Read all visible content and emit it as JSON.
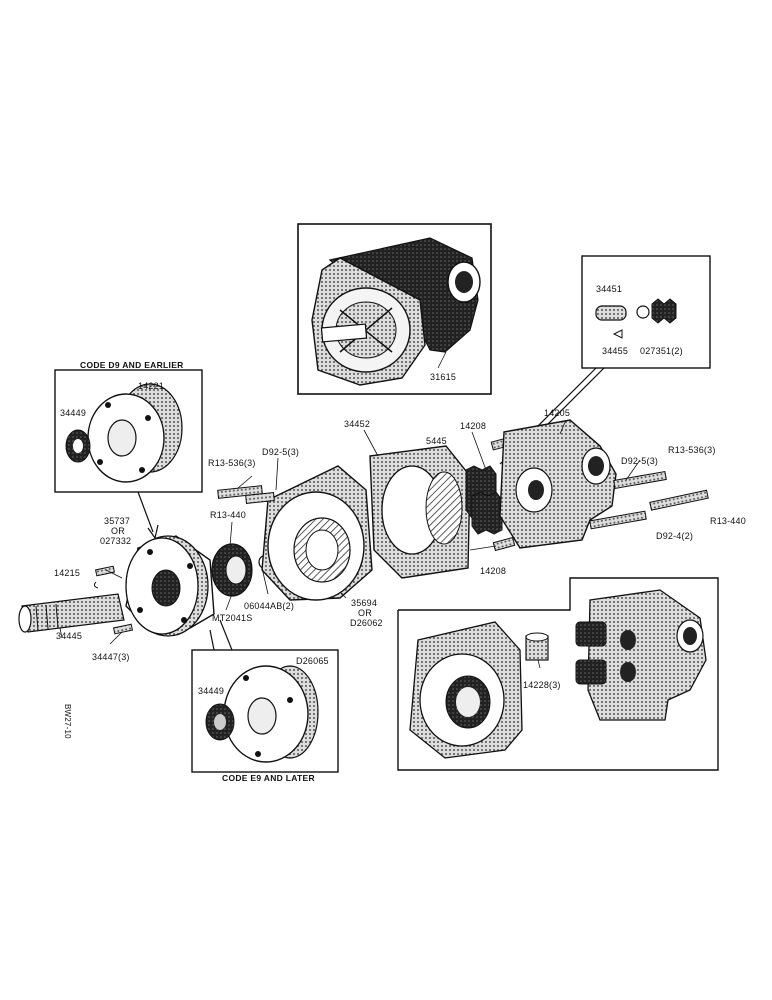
{
  "codes": {
    "early": "CODE D9 AND EARLIER",
    "late": "CODE E9 AND LATER"
  },
  "parts": {
    "p31615": "31615",
    "p34451": "34451",
    "p34455": "34455",
    "p027351": "027351(2)",
    "p14221": "14221",
    "p34449a": "34449",
    "p34449b": "34449",
    "p34452": "34452",
    "p14208a": "14208",
    "p14205": "14205",
    "p5445": "5445",
    "pR13536a": "R13-536(3)",
    "pD925a": "D92-5(3)",
    "pR13440a": "R13-440",
    "pR13536b": "R13-536(3)",
    "pD925b": "D92-5(3)",
    "pR13440b": "R13-440",
    "pD924": "D92-4(2)",
    "p35737": "35737",
    "pOr1": "OR",
    "p027332": "027332",
    "p14215": "14215",
    "p14208b": "14208",
    "p35694": "35694",
    "pOr2": "OR",
    "pD26062": "D26062",
    "p06044AB": "06044AB(2)",
    "pMT2041S": "MT2041S",
    "p34445": "34445",
    "p34447": "34447(3)",
    "pD26065": "D26065",
    "p14228": "14228(3)"
  },
  "side_code": "BW27-10"
}
